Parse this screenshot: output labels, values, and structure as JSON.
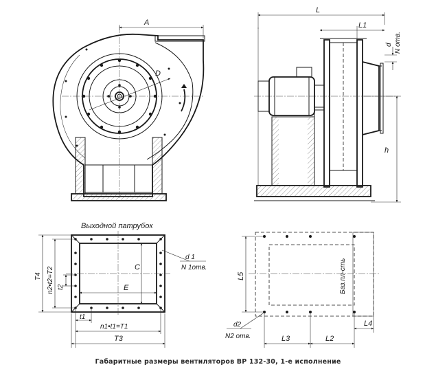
{
  "labels": {
    "A": "A",
    "D": "D",
    "L": "L",
    "L1": "L1",
    "d": "d",
    "N_otv": "N отв.",
    "h": "h",
    "outlet_title": "Выходной патрубок",
    "d1": "d 1",
    "N1_otv": "N 1отв.",
    "C": "C",
    "E": "E",
    "T4": "T4",
    "n2t2": "n2•t2=T2",
    "t2": "t2",
    "t1": "t1",
    "n1t1": "n1•t1=T1",
    "T3": "T3",
    "L5": "L5",
    "baza": "Баз.пл-сть",
    "d2": "d2",
    "N2_otv": "N2 отв.",
    "L3": "L3",
    "L2": "L2",
    "L4": "L4"
  },
  "caption": "Габаритные размеры вентиляторов ВР 132-30, 1-е исполнение"
}
